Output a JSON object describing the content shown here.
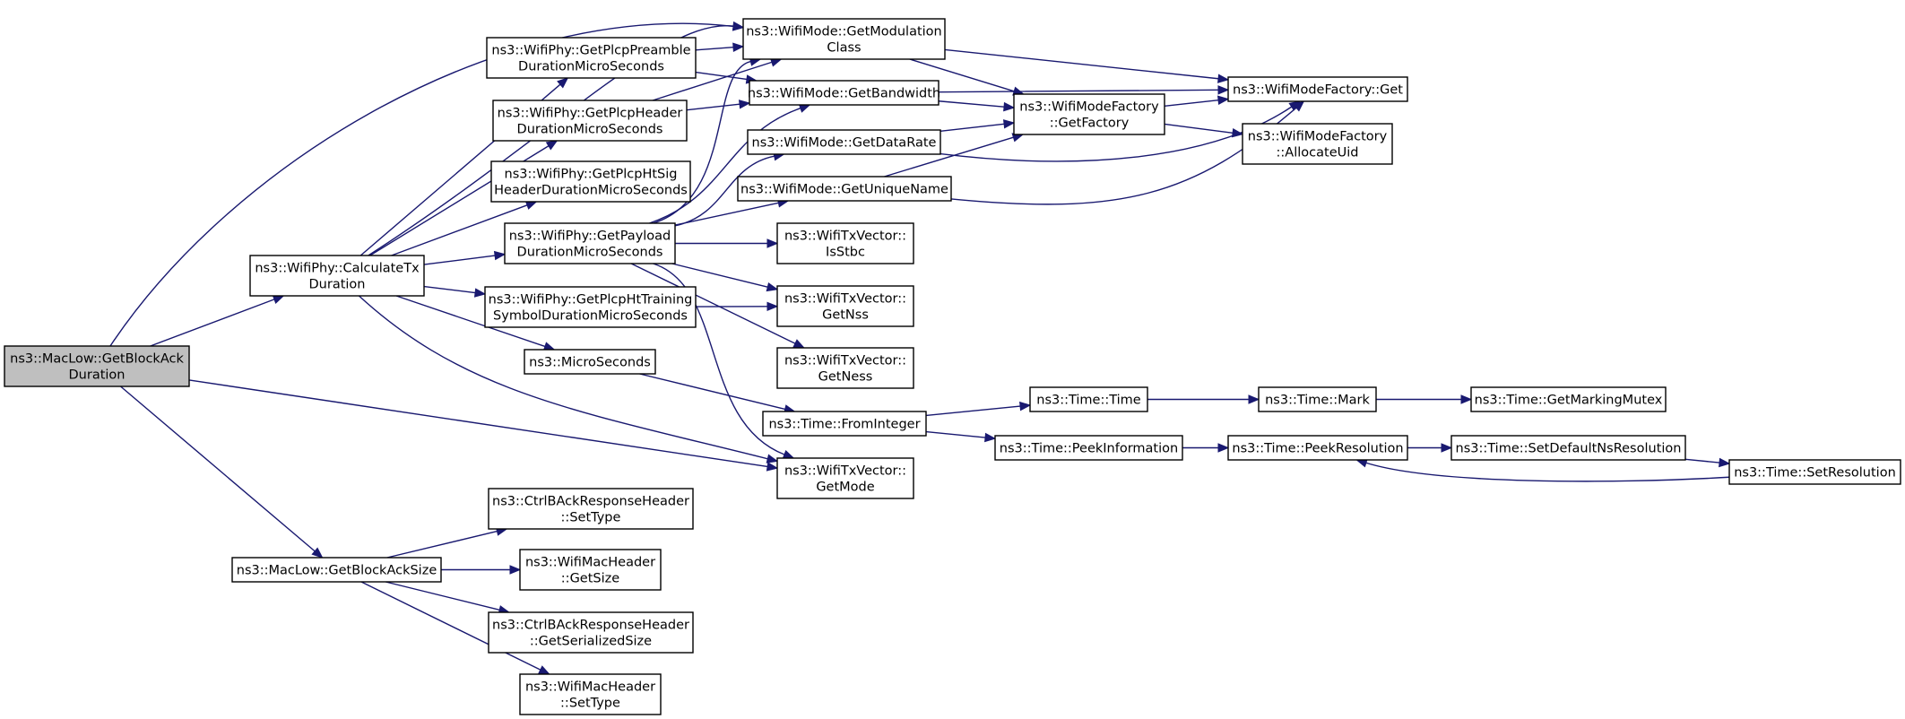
{
  "diagram": {
    "type": "call-graph",
    "colors": {
      "edge": "#191970",
      "root_fill": "#bfbfbf",
      "node_fill": "#ffffff",
      "border": "#000000"
    },
    "nodes": [
      {
        "id": "root",
        "lines": [
          "ns3::MacLow::GetBlockAck",
          "Duration"
        ],
        "highlight": true
      },
      {
        "id": "calcTx",
        "lines": [
          "ns3::WifiPhy::CalculateTx",
          "Duration"
        ]
      },
      {
        "id": "getBlockAckSize",
        "lines": [
          "ns3::MacLow::GetBlockAckSize"
        ]
      },
      {
        "id": "preamble",
        "lines": [
          "ns3::WifiPhy::GetPlcpPreamble",
          "DurationMicroSeconds"
        ]
      },
      {
        "id": "plcpHeader",
        "lines": [
          "ns3::WifiPhy::GetPlcpHeader",
          "DurationMicroSeconds"
        ]
      },
      {
        "id": "htSig",
        "lines": [
          "ns3::WifiPhy::GetPlcpHtSig",
          "HeaderDurationMicroSeconds"
        ]
      },
      {
        "id": "payload",
        "lines": [
          "ns3::WifiPhy::GetPayload",
          "DurationMicroSeconds"
        ]
      },
      {
        "id": "htTraining",
        "lines": [
          "ns3::WifiPhy::GetPlcpHtTraining",
          "SymbolDurationMicroSeconds"
        ]
      },
      {
        "id": "microSeconds",
        "lines": [
          "ns3::MicroSeconds"
        ]
      },
      {
        "id": "modClass",
        "lines": [
          "ns3::WifiMode::GetModulation",
          "Class"
        ]
      },
      {
        "id": "bandwidth",
        "lines": [
          "ns3::WifiMode::GetBandwidth"
        ]
      },
      {
        "id": "dataRate",
        "lines": [
          "ns3::WifiMode::GetDataRate"
        ]
      },
      {
        "id": "uniqueName",
        "lines": [
          "ns3::WifiMode::GetUniqueName"
        ]
      },
      {
        "id": "isStbc",
        "lines": [
          "ns3::WifiTxVector::",
          "IsStbc"
        ]
      },
      {
        "id": "getNss",
        "lines": [
          "ns3::WifiTxVector::",
          "GetNss"
        ]
      },
      {
        "id": "getNess",
        "lines": [
          "ns3::WifiTxVector::",
          "GetNess"
        ]
      },
      {
        "id": "getMode",
        "lines": [
          "ns3::WifiTxVector::",
          "GetMode"
        ]
      },
      {
        "id": "fromInteger",
        "lines": [
          "ns3::Time::FromInteger"
        ]
      },
      {
        "id": "factory",
        "lines": [
          "ns3::WifiModeFactory",
          "::GetFactory"
        ]
      },
      {
        "id": "factoryGet",
        "lines": [
          "ns3::WifiModeFactory::Get"
        ]
      },
      {
        "id": "allocateUid",
        "lines": [
          "ns3::WifiModeFactory",
          "::AllocateUid"
        ]
      },
      {
        "id": "timeTime",
        "lines": [
          "ns3::Time::Time"
        ]
      },
      {
        "id": "peekInfo",
        "lines": [
          "ns3::Time::PeekInformation"
        ]
      },
      {
        "id": "mark",
        "lines": [
          "ns3::Time::Mark"
        ]
      },
      {
        "id": "peekRes",
        "lines": [
          "ns3::Time::PeekResolution"
        ]
      },
      {
        "id": "markingMutex",
        "lines": [
          "ns3::Time::GetMarkingMutex"
        ]
      },
      {
        "id": "setDefaultNs",
        "lines": [
          "ns3::Time::SetDefaultNsResolution"
        ]
      },
      {
        "id": "setRes",
        "lines": [
          "ns3::Time::SetResolution"
        ]
      },
      {
        "id": "ctrlSetType",
        "lines": [
          "ns3::CtrlBAckResponseHeader",
          "::SetType"
        ]
      },
      {
        "id": "macGetSize",
        "lines": [
          "ns3::WifiMacHeader",
          "::GetSize"
        ]
      },
      {
        "id": "ctrlSerSize",
        "lines": [
          "ns3::CtrlBAckResponseHeader",
          "::GetSerializedSize"
        ]
      },
      {
        "id": "macSetType",
        "lines": [
          "ns3::WifiMacHeader",
          "::SetType"
        ]
      }
    ],
    "edges": [
      [
        "root",
        "calcTx"
      ],
      [
        "root",
        "modClass"
      ],
      [
        "root",
        "getBlockAckSize"
      ],
      [
        "root",
        "getMode"
      ],
      [
        "calcTx",
        "preamble"
      ],
      [
        "calcTx",
        "plcpHeader"
      ],
      [
        "calcTx",
        "htSig"
      ],
      [
        "calcTx",
        "payload"
      ],
      [
        "calcTx",
        "htTraining"
      ],
      [
        "calcTx",
        "microSeconds"
      ],
      [
        "calcTx",
        "getMode"
      ],
      [
        "calcTx",
        "modClass"
      ],
      [
        "preamble",
        "modClass"
      ],
      [
        "preamble",
        "bandwidth"
      ],
      [
        "plcpHeader",
        "modClass"
      ],
      [
        "plcpHeader",
        "bandwidth"
      ],
      [
        "payload",
        "modClass"
      ],
      [
        "payload",
        "bandwidth"
      ],
      [
        "payload",
        "dataRate"
      ],
      [
        "payload",
        "uniqueName"
      ],
      [
        "payload",
        "isStbc"
      ],
      [
        "payload",
        "getNss"
      ],
      [
        "payload",
        "getNess"
      ],
      [
        "payload",
        "getMode"
      ],
      [
        "htTraining",
        "getNss"
      ],
      [
        "microSeconds",
        "fromInteger"
      ],
      [
        "modClass",
        "factoryGet"
      ],
      [
        "modClass",
        "factory"
      ],
      [
        "bandwidth",
        "factoryGet"
      ],
      [
        "bandwidth",
        "factory"
      ],
      [
        "dataRate",
        "factory"
      ],
      [
        "dataRate",
        "factoryGet"
      ],
      [
        "uniqueName",
        "factory"
      ],
      [
        "uniqueName",
        "factoryGet"
      ],
      [
        "factory",
        "factoryGet"
      ],
      [
        "factory",
        "allocateUid"
      ],
      [
        "fromInteger",
        "timeTime"
      ],
      [
        "fromInteger",
        "peekInfo"
      ],
      [
        "timeTime",
        "mark"
      ],
      [
        "mark",
        "markingMutex"
      ],
      [
        "peekInfo",
        "peekRes"
      ],
      [
        "peekRes",
        "setDefaultNs"
      ],
      [
        "setDefaultNs",
        "setRes"
      ],
      [
        "setRes",
        "peekRes"
      ],
      [
        "getBlockAckSize",
        "ctrlSetType"
      ],
      [
        "getBlockAckSize",
        "macGetSize"
      ],
      [
        "getBlockAckSize",
        "ctrlSerSize"
      ],
      [
        "getBlockAckSize",
        "macSetType"
      ]
    ]
  }
}
